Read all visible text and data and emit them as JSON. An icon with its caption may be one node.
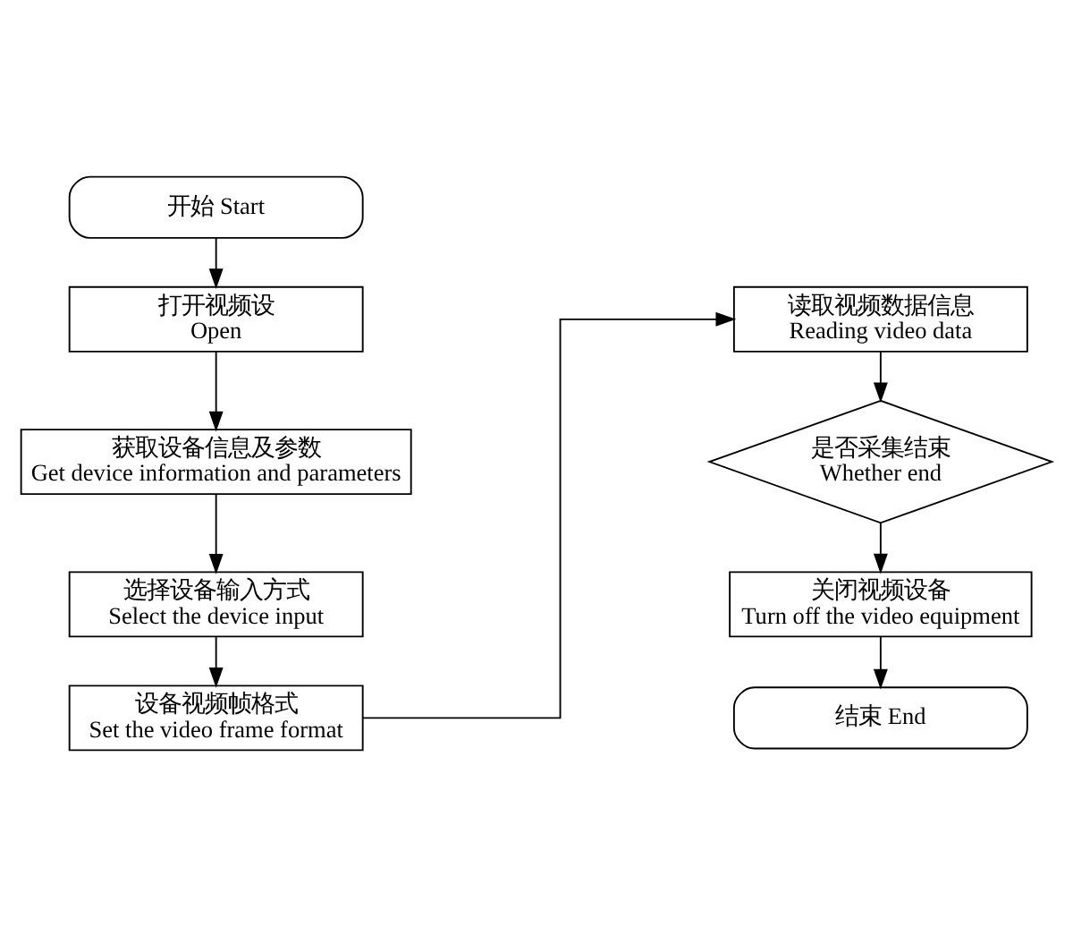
{
  "diagram": {
    "nodes": [
      {
        "text": [
          "开始 Start"
        ]
      },
      {
        "text": [
          "打开视频设",
          "Open"
        ]
      },
      {
        "text": [
          "获取设备信息及参数",
          "Get device information and parameters"
        ]
      },
      {
        "text": [
          "选择设备输入方式",
          "Select the device input"
        ]
      },
      {
        "text": [
          "设备视频帧格式",
          "Set the video frame format"
        ]
      },
      {
        "text": [
          "读取视频数据信息",
          "Reading video data"
        ]
      },
      {
        "text": [
          "是否采集结束",
          "Whether end"
        ]
      },
      {
        "text": [
          "关闭视频设备",
          "Turn off the video equipment"
        ]
      },
      {
        "text": [
          "结束 End"
        ]
      }
    ],
    "edges": [
      {
        "from": 0,
        "to": 1,
        "arrow": "to"
      },
      {
        "from": 1,
        "to": 2,
        "arrow": "to"
      },
      {
        "from": 2,
        "to": 3,
        "arrow": "to"
      },
      {
        "from": 3,
        "to": 4,
        "arrow": "to"
      },
      {
        "from": 4,
        "to": 5,
        "arrow": "to"
      },
      {
        "from": 5,
        "to": 6,
        "arrow": "to"
      },
      {
        "from": 6,
        "to": 7,
        "arrow": "to"
      },
      {
        "from": 7,
        "to": 8,
        "arrow": "to"
      }
    ]
  }
}
